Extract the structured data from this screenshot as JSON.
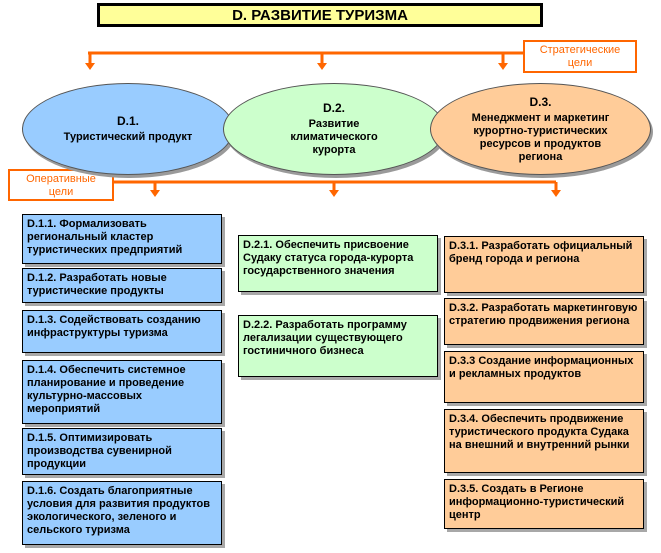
{
  "title": "D. РАЗВИТИЕ ТУРИЗМА",
  "strategic_label": [
    "Стратегические",
    "цели"
  ],
  "operational_label": [
    "Оперативные",
    "цели"
  ],
  "goals": [
    {
      "code": "D.1.",
      "name": [
        "Туристический продукт"
      ],
      "color": "#99ccff"
    },
    {
      "code": "D.2.",
      "name": [
        "Развитие",
        "климатического",
        "курорта"
      ],
      "color": "#ccffcc"
    },
    {
      "code": "D.3.",
      "name": [
        "Менеджмент и маркетинг",
        "курортно-туристических",
        "ресурсов и продуктов",
        "региона"
      ],
      "color": "#ffcc99"
    }
  ],
  "tasks": {
    "d1": [
      "D.1.1. Формализовать региональный кластер туристических предприятий",
      "D.1.2. Разработать новые туристические продукты",
      "D.1.3. Содействовать созданию инфраструктуры туризма",
      "D.1.4. Обеспечить системное планирование и проведение культурно-массовых мероприятий",
      "D.1.5. Оптимизировать производства сувенирной продукции",
      "D.1.6. Создать благоприятные условия для развития продуктов экологического, зеленого и сельского туризма"
    ],
    "d2": [
      "D.2.1. Обеспечить присвоение Судаку статуса города-курорта государственного значения",
      "D.2.2. Разработать программу легализации существующего гостиничного бизнеса"
    ],
    "d3": [
      "D.3.1. Разработать официальный бренд города и региона",
      "D.3.2. Разработать маркетинговую стратегию продвижения региона",
      "D.3.3 Создание информационных и рекламных продуктов",
      "D.3.4. Обеспечить продвижение туристического продукта Судака на внешний и внутренний рынки",
      "D.3.5. Создать в Регионе информационно-туристический центр"
    ]
  },
  "colors": {
    "connector": "#ff6600",
    "title_bg": "#ffff99"
  }
}
